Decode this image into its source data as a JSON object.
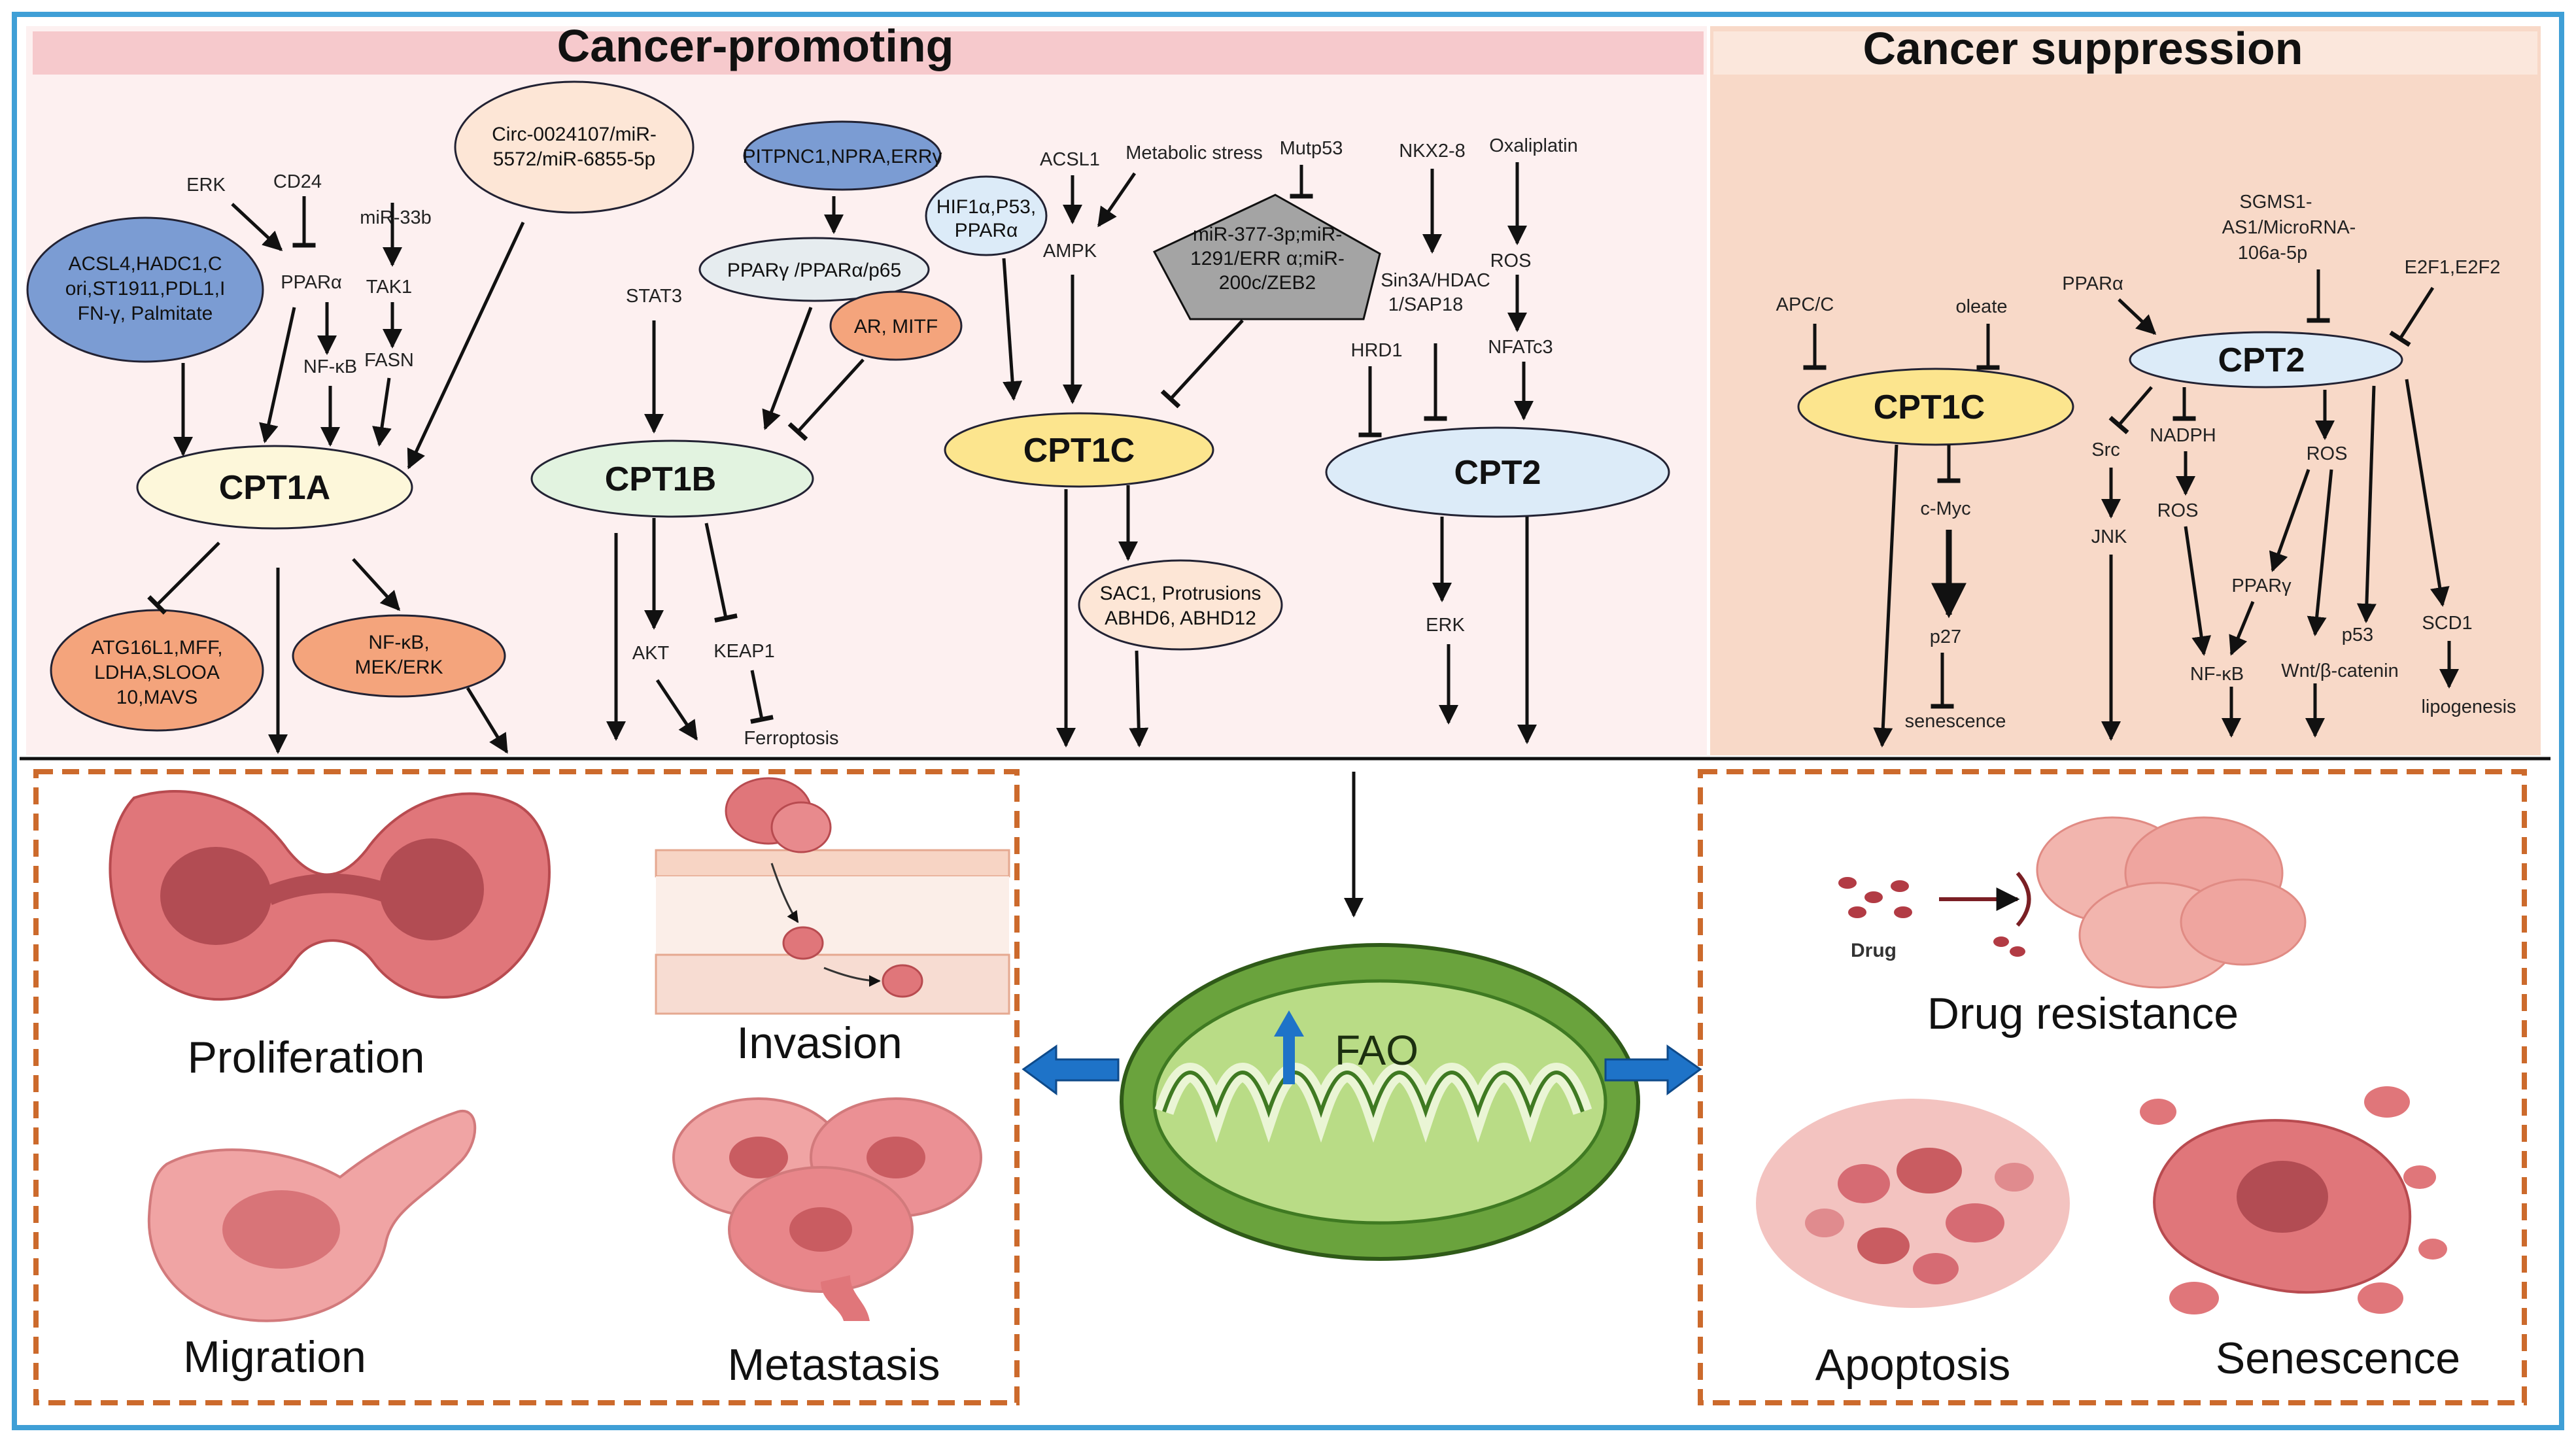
{
  "headers": {
    "promoting": "Cancer-promoting",
    "suppression": "Cancer suppression"
  },
  "enzymes": {
    "cpt1a": "CPT1A",
    "cpt1b": "CPT1B",
    "cpt1c": "CPT1C",
    "cpt2": "CPT2",
    "cpt1c_sup": "CPT1C",
    "cpt2_sup": "CPT2"
  },
  "cpt1a": {
    "bubble_lines": [
      "ACSL4,HADC1,C",
      "ori,ST1911,PDL1,I",
      "FN-γ,  Palmitate"
    ],
    "circ_lines": [
      "Circ-0024107/miR-",
      "5572/miR-6855-5p"
    ],
    "erk": "ERK",
    "cd24": "CD24",
    "ppara": "PPARα",
    "nfkb": "NF-κB",
    "mir33b": "miR-33b",
    "tak1": "TAK1",
    "fasn": "FASN",
    "down_bubble_lines": [
      "ATG16L1,MFF,",
      "LDHA,SLOOA",
      "10,MAVS"
    ],
    "nfkb_mek_lines": [
      "NF-κB,",
      "MEK/ERK"
    ]
  },
  "cpt1b": {
    "top_bubble": "PITPNC1,NPRA,ERRγ",
    "ppar_bubble": "PPARγ /PPARα/p65",
    "ar_mitf": "AR,  MITF",
    "stat3": "STAT3",
    "akt": "AKT",
    "keap1": "KEAP1",
    "ferroptosis": "Ferroptosis"
  },
  "cpt1c": {
    "hif_lines": [
      "HIF1α,P53,",
      "PPARα"
    ],
    "acsl1": "ACSL1",
    "metabolic_stress": "Metabolic stress",
    "ampk": "AMPK",
    "mutp53": "Mutp53",
    "pent_lines": [
      "miR-377-3p;miR-",
      "1291/ERR α;miR-",
      "200c/ZEB2"
    ],
    "sac_lines": [
      "SAC1, Protrusions",
      "ABHD6,  ABHD12"
    ]
  },
  "cpt2": {
    "nkx": "NKX2-8",
    "sin3a_lines": [
      "Sin3A/HDAC",
      "1/SAP18"
    ],
    "hrd1": "HRD1",
    "oxaliplatin": "Oxaliplatin",
    "ros": "ROS",
    "nfatc3": "NFATc3",
    "erk": "ERK"
  },
  "suppression": {
    "apcc": "APC/C",
    "oleate": "oleate",
    "cmyc": "c-Myc",
    "p27": "p27",
    "senescence": "senescence",
    "ppara": "PPARα",
    "sgms_lines": [
      "SGMS1-",
      "AS1/MicroRNA-",
      "106a-5p"
    ],
    "e2f": "E2F1,E2F2",
    "src": "Src",
    "jnk": "JNK",
    "nadph": "NADPH",
    "ros1": "ROS",
    "ros2": "ROS",
    "ppar_gamma": "PPARγ",
    "nfkb": "NF-κB",
    "p53": "p53",
    "wnt": "Wnt/β-catenin",
    "scd1": "SCD1",
    "lipogenesis": "lipogenesis"
  },
  "outcomes": {
    "proliferation": "Proliferation",
    "invasion": "Invasion",
    "migration": "Migration",
    "metastasis": "Metastasis",
    "fao": "FAO",
    "drug_resistance": "Drug resistance",
    "drug": "Drug",
    "apoptosis": "Apoptosis",
    "senescence": "Senescence"
  },
  "colors": {
    "frame_blue": "#3f9fd6",
    "header_pink": "#f6c9cc",
    "promoting_bg": "#fdf0f0",
    "suppression_bg": "#f8d9c8",
    "dashed_orange": "#cc6a2c",
    "cpt1a_fill": "#fdf7da",
    "cpt1b_fill": "#e2f3e0",
    "cpt1c_fill": "#fce58e",
    "cpt2_fill": "#dcebf8",
    "blue_bubble": "#7b9cd3",
    "orange_bubble": "#f4a47c",
    "peach_bubble": "#fde6d6",
    "cell_pink": "#e0767a",
    "mito_green": "#6aa33d",
    "blue_arrow": "#1e73c8"
  }
}
